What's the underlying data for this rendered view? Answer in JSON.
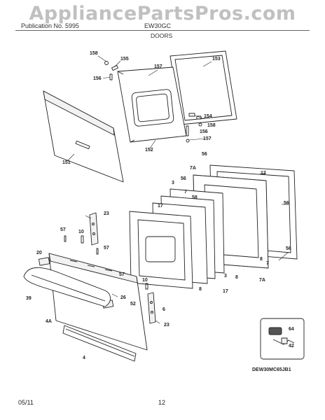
{
  "header": {
    "publication_label": "Publication No. 5995",
    "model_label": "EW30GC",
    "section_title": "DOORS",
    "watermark": "AppliancePartsPros.com"
  },
  "diagram_code": "DEW30MC65JB1",
  "footer": {
    "date": "05/11",
    "page_number": "12"
  },
  "callouts": [
    "158",
    "155",
    "156",
    "153",
    "157",
    "154",
    "158",
    "156",
    "157",
    "151",
    "152",
    "56",
    "12",
    "7A",
    "3",
    "56",
    "7",
    "58",
    "17",
    "56",
    "56",
    "23",
    "57",
    "10",
    "57",
    "20",
    "57",
    "39",
    "52",
    "4A",
    "26",
    "10",
    "23",
    "4",
    "8",
    "3",
    "17",
    "8",
    "7A",
    "7",
    "8",
    "6",
    "64",
    "42"
  ],
  "colors": {
    "line": "#222222",
    "fill": "#f2f2f2",
    "watermark": "#969696"
  }
}
